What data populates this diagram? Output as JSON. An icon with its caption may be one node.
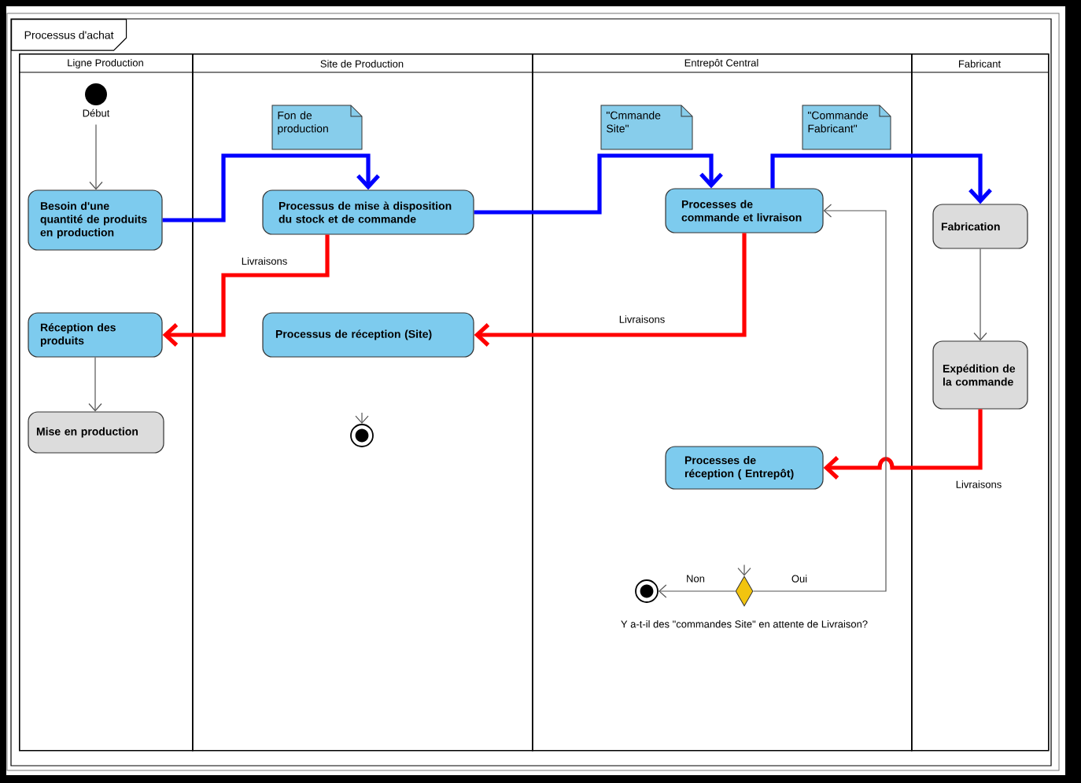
{
  "diagram": {
    "title": "Processus d'achat",
    "nodes": [
      {
        "text": [
          "Ligne Production"
        ]
      },
      {
        "text": [
          "Site de Production"
        ]
      },
      {
        "text": [
          "Entrepôt Central"
        ]
      },
      {
        "text": [
          "Fabricant"
        ]
      },
      {
        "text": [],
        "shape": "circle",
        "in": 0,
        "beside": [
          "Début"
        ]
      },
      {
        "text": [
          "Besoin d'une quantité de produits en production"
        ],
        "in": 0
      },
      {
        "text": [
          "Réception des produits"
        ],
        "in": 0
      },
      {
        "text": [
          "Mise en production"
        ],
        "in": 0
      },
      {
        "text": [
          "Fon de production"
        ],
        "in": 1
      },
      {
        "text": [
          "Processus de mise à disposition du stock et de commande"
        ],
        "in": 1
      },
      {
        "text": [
          "Processus de réception (Site)"
        ],
        "in": 1
      },
      {
        "text": [],
        "shape": "circle",
        "in": 1
      },
      {
        "text": [
          "\"Cmmande Site\""
        ],
        "in": 2
      },
      {
        "text": [
          "\"Commande Fabricant\""
        ],
        "in": 2
      },
      {
        "text": [
          "Processes de commande et livraison"
        ],
        "in": 2
      },
      {
        "text": [
          "Processes de réception ( Entrepôt)"
        ],
        "in": 2
      },
      {
        "text": [],
        "shape": "diamond",
        "in": 2,
        "beside": [
          "Y a-t-il des \"commandes Site\" en attente de Livraison?"
        ]
      },
      {
        "text": [],
        "shape": "circle",
        "in": 2
      },
      {
        "text": [
          "Fabrication"
        ],
        "in": 3
      },
      {
        "text": [
          "Expédition de la commande"
        ],
        "in": 3
      }
    ],
    "edges": [
      {
        "from": 4,
        "to": 5,
        "arrow": "to"
      },
      {
        "from": 5,
        "to": 9,
        "arrow": "to",
        "style": "thick",
        "color": "#0000ff"
      },
      {
        "from": 9,
        "to": 14,
        "arrow": "to",
        "style": "thick",
        "color": "#0000ff"
      },
      {
        "from": 14,
        "to": 18,
        "arrow": "to",
        "style": "thick",
        "color": "#0000ff"
      },
      {
        "from": 9,
        "to": 6,
        "arrow": "to",
        "label": "Livraisons",
        "style": "thick",
        "color": "#ff0000"
      },
      {
        "from": 14,
        "to": 10,
        "arrow": "to",
        "label": "Livraisons",
        "style": "thick",
        "color": "#ff0000"
      },
      {
        "from": 19,
        "to": 15,
        "arrow": "to",
        "label": "Livraisons",
        "style": "thick",
        "color": "#ff0000"
      },
      {
        "from": 6,
        "to": 7,
        "arrow": "to"
      },
      {
        "from": 18,
        "to": 19,
        "arrow": "to"
      },
      {
        "from": null,
        "to": 11,
        "arrow": "to"
      },
      {
        "from": null,
        "to": 16,
        "arrow": "to"
      },
      {
        "from": 16,
        "to": 17,
        "arrow": "to",
        "label": "Non"
      },
      {
        "from": 16,
        "to": 14,
        "arrow": "to",
        "label": "Oui"
      }
    ]
  }
}
